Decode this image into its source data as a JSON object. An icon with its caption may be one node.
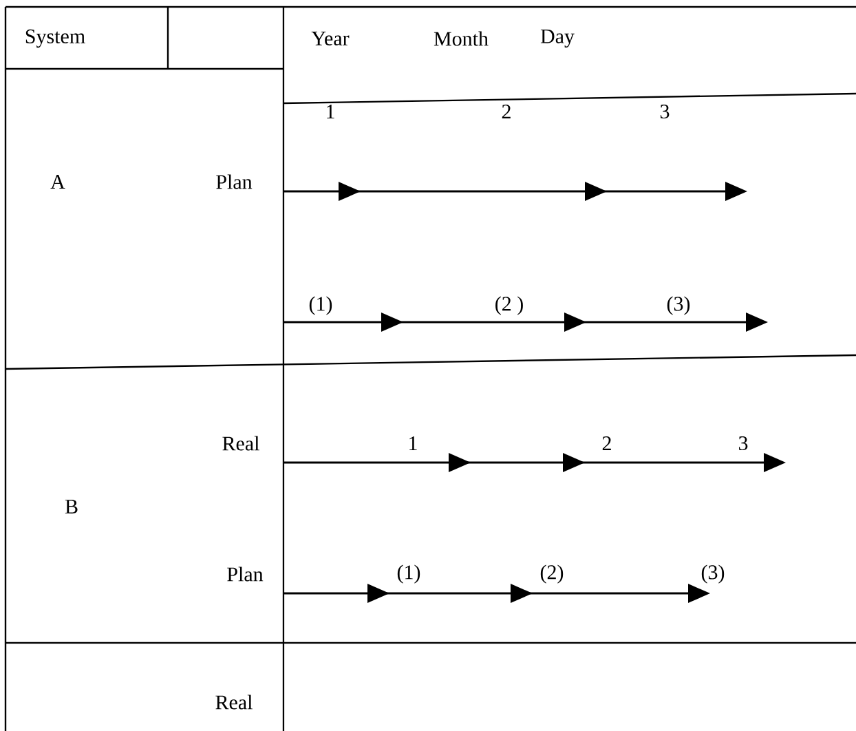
{
  "diagram": {
    "labels": [
      "System",
      "Year",
      "Month",
      "Day",
      "1",
      "2",
      "3",
      "A",
      "Plan",
      "(1)",
      "(2 )",
      "(3)",
      "Real",
      "1",
      "2",
      "3",
      "B",
      "Plan",
      "(1)",
      "(2)",
      "(3)",
      "Real"
    ]
  }
}
